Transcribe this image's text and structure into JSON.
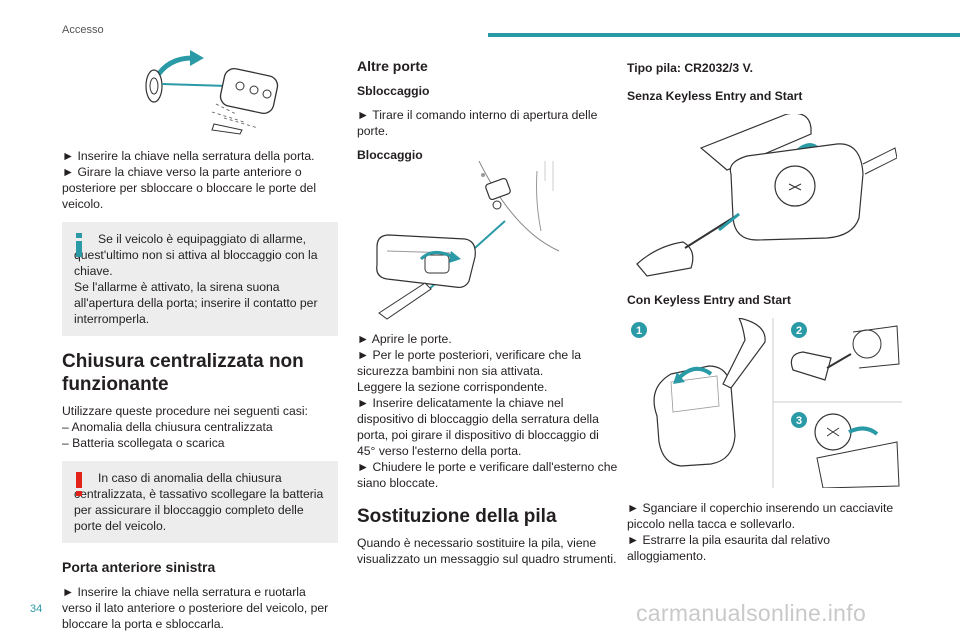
{
  "header": {
    "section": "Accesso",
    "accent_color": "#2a9aa6"
  },
  "page_number": "34",
  "watermark": "carmanualsonline.info",
  "col1": {
    "step1": "► Inserire la chiave nella serratura della porta.",
    "step2": "► Girare la chiave verso la parte anteriore o posteriore per sbloccare o bloccare le porte del veicolo.",
    "note_info": {
      "icon": "info-icon",
      "line1": "Se il veicolo è equipaggiato di allarme, quest'ultimo non si attiva al bloccaggio con la chiave.",
      "line2": "Se l'allarme è attivato, la sirena suona all'apertura della porta; inserire il contatto per interromperla."
    },
    "h_central": "Chiusura centralizzata non funzionante",
    "central_intro": "Utilizzare queste procedure nei seguenti casi:",
    "case1": "– Anomalia della chiusura centralizzata",
    "case2": "– Batteria scollegata o scarica",
    "note_warn": {
      "icon": "warning-icon",
      "text": "In caso di anomalia della chiusura centralizzata, è tassativo scollegare la batteria per assicurare il bloccaggio completo delle porte del veicolo."
    },
    "h_front_left": "Porta anteriore sinistra",
    "front_left_text": "► Inserire la chiave nella serratura e ruotarla verso il lato anteriore o posteriore del veicolo, per bloccare la porta e sbloccarla."
  },
  "col2": {
    "h_other_doors": "Altre porte",
    "h_unlock": "Sbloccaggio",
    "unlock_text": "► Tirare il comando interno di apertura delle porte.",
    "h_lock": "Bloccaggio",
    "lock1": "► Aprire le porte.",
    "lock2": "► Per le porte posteriori, verificare che la sicurezza bambini non sia attivata.",
    "lock3": "Leggere la sezione corrispondente.",
    "lock4": "► Inserire delicatamente la chiave nel dispositivo di bloccaggio della serratura della porta, poi girare il dispositivo di bloccaggio di 45° verso l'esterno della porta.",
    "lock5": "► Chiudere le porte e verificare dall'esterno che siano bloccate.",
    "h_battery": "Sostituzione della pila",
    "battery_text": "Quando è necessario sostituire la pila, viene visualizzato un messaggio sul quadro strumenti."
  },
  "col3": {
    "battery_type": "Tipo pila: CR2032/3 V.",
    "h_without_keyless": "Senza Keyless Entry and Start",
    "h_with_keyless": "Con Keyless Entry and Start",
    "badge1": "1",
    "badge2": "2",
    "badge3": "3",
    "step1": "► Sganciare il coperchio inserendo un cacciavite piccolo nella tacca e sollevarlo.",
    "step2": "► Estrarre la pila esaurita dal relativo alloggiamento."
  }
}
